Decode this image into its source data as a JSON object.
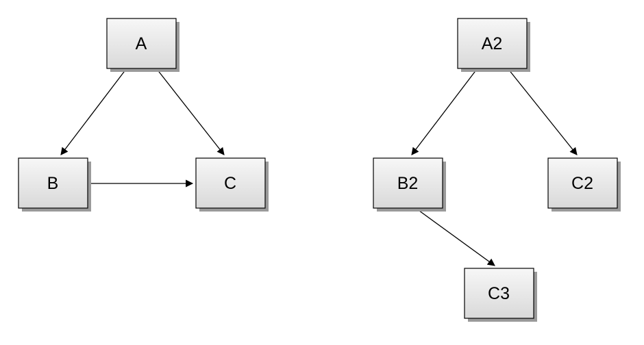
{
  "diagram": {
    "left_graph": {
      "nodes": [
        {
          "id": "A",
          "label": "A"
        },
        {
          "id": "B",
          "label": "B"
        },
        {
          "id": "C",
          "label": "C"
        }
      ],
      "edges": [
        {
          "from": "A",
          "to": "B"
        },
        {
          "from": "A",
          "to": "C"
        },
        {
          "from": "B",
          "to": "C"
        }
      ]
    },
    "right_graph": {
      "nodes": [
        {
          "id": "A2",
          "label": "A2"
        },
        {
          "id": "B2",
          "label": "B2"
        },
        {
          "id": "C2",
          "label": "C2"
        },
        {
          "id": "C3",
          "label": "C3"
        }
      ],
      "edges": [
        {
          "from": "A2",
          "to": "B2"
        },
        {
          "from": "A2",
          "to": "C2"
        },
        {
          "from": "B2",
          "to": "C3"
        }
      ]
    },
    "colors": {
      "node_fill_top": "#f7f7f7",
      "node_fill_bottom": "#d9d9d9",
      "node_border": "#000000",
      "node_shadow": "#9a9a9a",
      "edge": "#000000",
      "background": "#ffffff"
    }
  }
}
